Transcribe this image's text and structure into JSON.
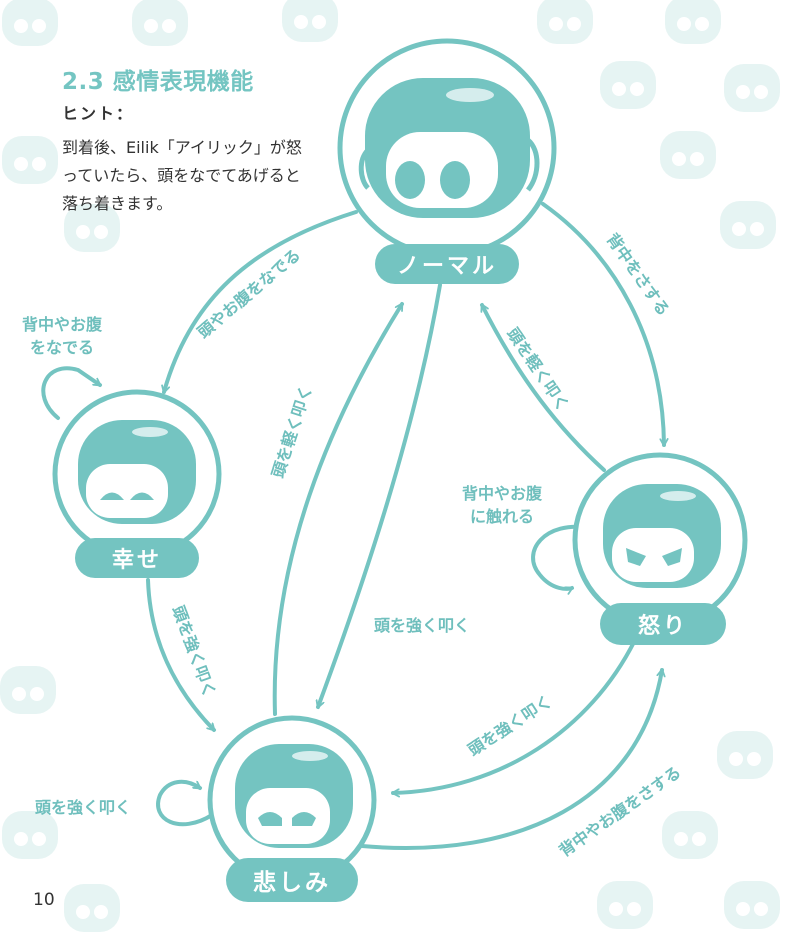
{
  "header": {
    "title": "2.3 感情表現機能",
    "hint": "ヒント：",
    "description": "到着後、Eilik「アイリック」が怒っていたら、頭をなでてあげると落ち着きます。"
  },
  "states": {
    "normal": "ノーマル",
    "happy": "幸せ",
    "angry": "怒り",
    "sad": "悲しみ"
  },
  "transitions": {
    "normal_to_happy": "頭やお腹をなでる",
    "happy_self": "背中やお腹\nをなでる",
    "normal_to_angry": "背中をさする",
    "angry_to_normal": "頭を軽く叩く",
    "angry_self": "背中やお腹\nに触れる",
    "sad_to_normal": "頭を軽く叩く",
    "normal_to_sad": "頭を強く叩く",
    "happy_to_sad": "頭を強く叩く",
    "angry_to_sad": "頭を強く叩く",
    "sad_to_angry": "背中やお腹をさする",
    "sad_self": "頭を強く叩く"
  },
  "colors": {
    "teal": "#74c4c1",
    "text": "#333333",
    "background_robot": "#e3f3f2"
  },
  "page_number": "10"
}
